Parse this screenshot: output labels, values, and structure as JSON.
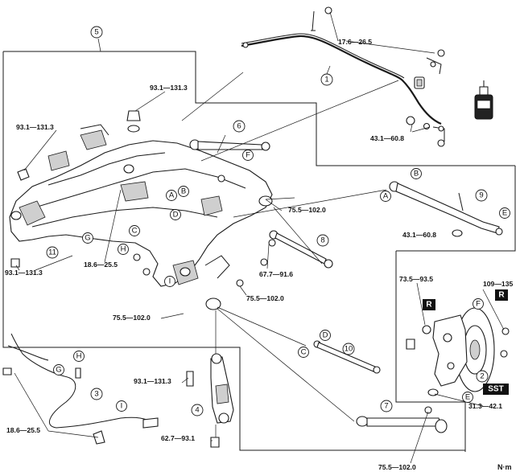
{
  "diagram": {
    "unit_label": "N·m",
    "torques": {
      "t_stab_link_top": "17.6—26.5",
      "t_crossmember_left_upper": "93.1—131.3",
      "t_crossmember_top": "93.1—131.3",
      "t_stab_bush": "43.1—60.8",
      "t_arm9": "43.1—60.8",
      "t_bolt_right": "75.5—102.0",
      "t_crossmember_bottom_left": "93.1—131.3",
      "t_bracket": "18.6—25.5",
      "t_arm8": "67.7—91.6",
      "t_center": "75.5—102.0",
      "t_lower_bolt": "75.5—102.0",
      "t_knuckle_upper": "73.5—93.5",
      "t_knuckle_right": "109—135",
      "t_knuckle_lower": "31.3—42.1",
      "t_arm4_upper": "93.1—131.3",
      "t_arm4_lower": "62.7—93.1",
      "t_cable": "18.6—25.5",
      "t_arm7": "75.5—102.0"
    },
    "callouts": [
      "1",
      "2",
      "3",
      "4",
      "5",
      "6",
      "7",
      "8",
      "9",
      "10",
      "11"
    ],
    "letters": {
      "A": "A",
      "B": "B",
      "C": "C",
      "D": "D",
      "E": "E",
      "F": "F",
      "G": "G",
      "H": "H",
      "I": "I"
    },
    "badges": {
      "r": "R",
      "sst": "SST"
    }
  }
}
